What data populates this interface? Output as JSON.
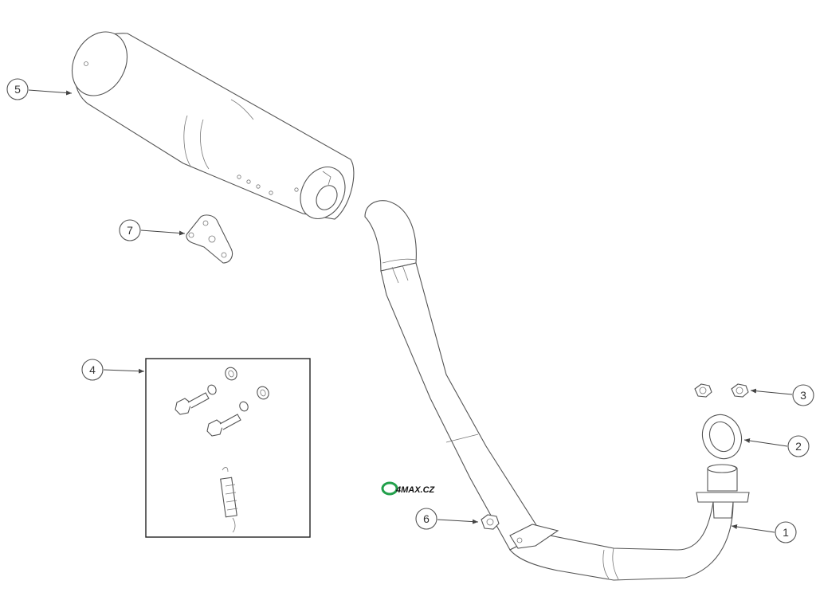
{
  "diagram": {
    "callouts": [
      {
        "number": "1"
      },
      {
        "number": "2"
      },
      {
        "number": "3"
      },
      {
        "number": "4"
      },
      {
        "number": "5"
      },
      {
        "number": "6"
      },
      {
        "number": "7"
      }
    ],
    "watermark": {
      "text": "4MAX.CZ",
      "colors": {
        "dark": "#111111",
        "red": "#e2231a",
        "blue": "#1d4fa3",
        "green": "#22a04b",
        "yellow": "#f5c400"
      }
    }
  }
}
